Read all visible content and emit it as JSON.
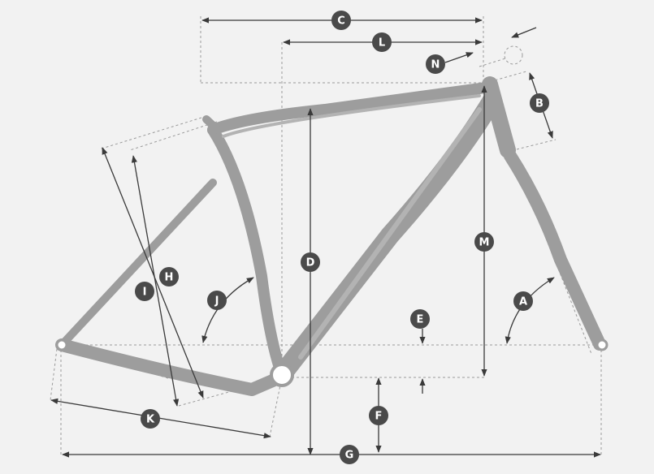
{
  "colors": {
    "background": "#f2f2f2",
    "frame": "#9d9d9d",
    "badge": "#4a4a4a",
    "badge_text": "#ffffff"
  },
  "labels": {
    "a": "A",
    "b": "B",
    "c": "C",
    "d": "D",
    "e": "E",
    "f": "F",
    "g": "G",
    "h": "H",
    "i": "I",
    "j": "J",
    "k": "K",
    "l": "L",
    "m": "M",
    "n": "N"
  }
}
